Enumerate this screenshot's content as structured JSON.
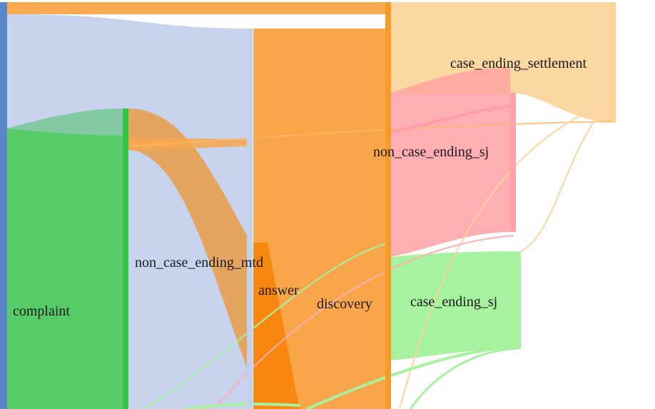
{
  "nodes": [
    {
      "id": "complaint",
      "label": "complaint",
      "color": "#5b87c9"
    },
    {
      "id": "mtd",
      "label": "non_case_ending_mtd",
      "color": "#33c445"
    },
    {
      "id": "answer",
      "label": "answer",
      "color": "#c5d0ec"
    },
    {
      "id": "discovery",
      "label": "discovery",
      "color": "#f79a2c"
    },
    {
      "id": "ncsj",
      "label": "non_case_ending_sj",
      "color": "#ffa3ab"
    },
    {
      "id": "settlement",
      "label": "case_ending_settlement",
      "color": "#fbd293"
    },
    {
      "id": "csj",
      "label": "case_ending_sj",
      "color": "#a6f29f"
    }
  ],
  "colors": {
    "complaint": "#5b87c9",
    "mtd": "#33c445",
    "answer_bar": "#c5d0ec",
    "discovery_bar": "#f79a2c",
    "flow_blue": "#c8d3ee",
    "flow_green": "#57cb67",
    "flow_orange": "#f9a64b",
    "flow_dark_orange": "#f8880f",
    "flow_pink": "#ffafb4",
    "flow_light_orange": "#fbd59c",
    "flow_light_green": "#a6f29f"
  }
}
